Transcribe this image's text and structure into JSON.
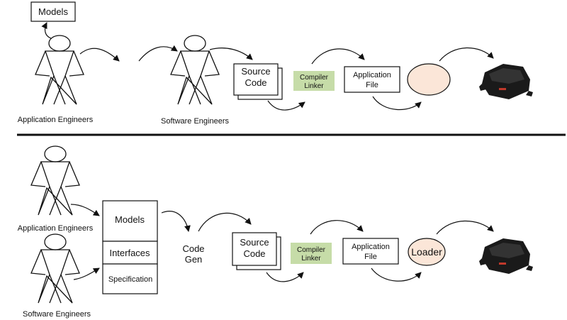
{
  "top": {
    "models_label": "Models",
    "app_engineers_label": "Application Engineers",
    "sw_engineers_label": "Software Engineers",
    "source_code_line1": "Source",
    "source_code_line2": "Code",
    "compiler_line1": "Compiler",
    "compiler_line2": "Linker",
    "app_file_line1": "Application",
    "app_file_line2": "File",
    "loader_label": ""
  },
  "bottom": {
    "app_engineers_label": "Application Engineers",
    "sw_engineers_label": "Software Engineers",
    "models_label": "Models",
    "interfaces_label": "Interfaces",
    "specification_label": "Specification",
    "codegen_line1": "Code",
    "codegen_line2": "Gen",
    "source_code_line1": "Source",
    "source_code_line2": "Code",
    "compiler_line1": "Compiler",
    "compiler_line2": "Linker",
    "app_file_line1": "Application",
    "app_file_line2": "File",
    "loader_label": "Loader"
  },
  "colors": {
    "compiler_fill": "#c6dca8",
    "loader_fill": "#fbe6d8",
    "ecu_body": "#1a1a1a",
    "ecu_accent": "#c0392b"
  },
  "icons": [
    "stick-figure-icon",
    "ecu-device-icon"
  ]
}
